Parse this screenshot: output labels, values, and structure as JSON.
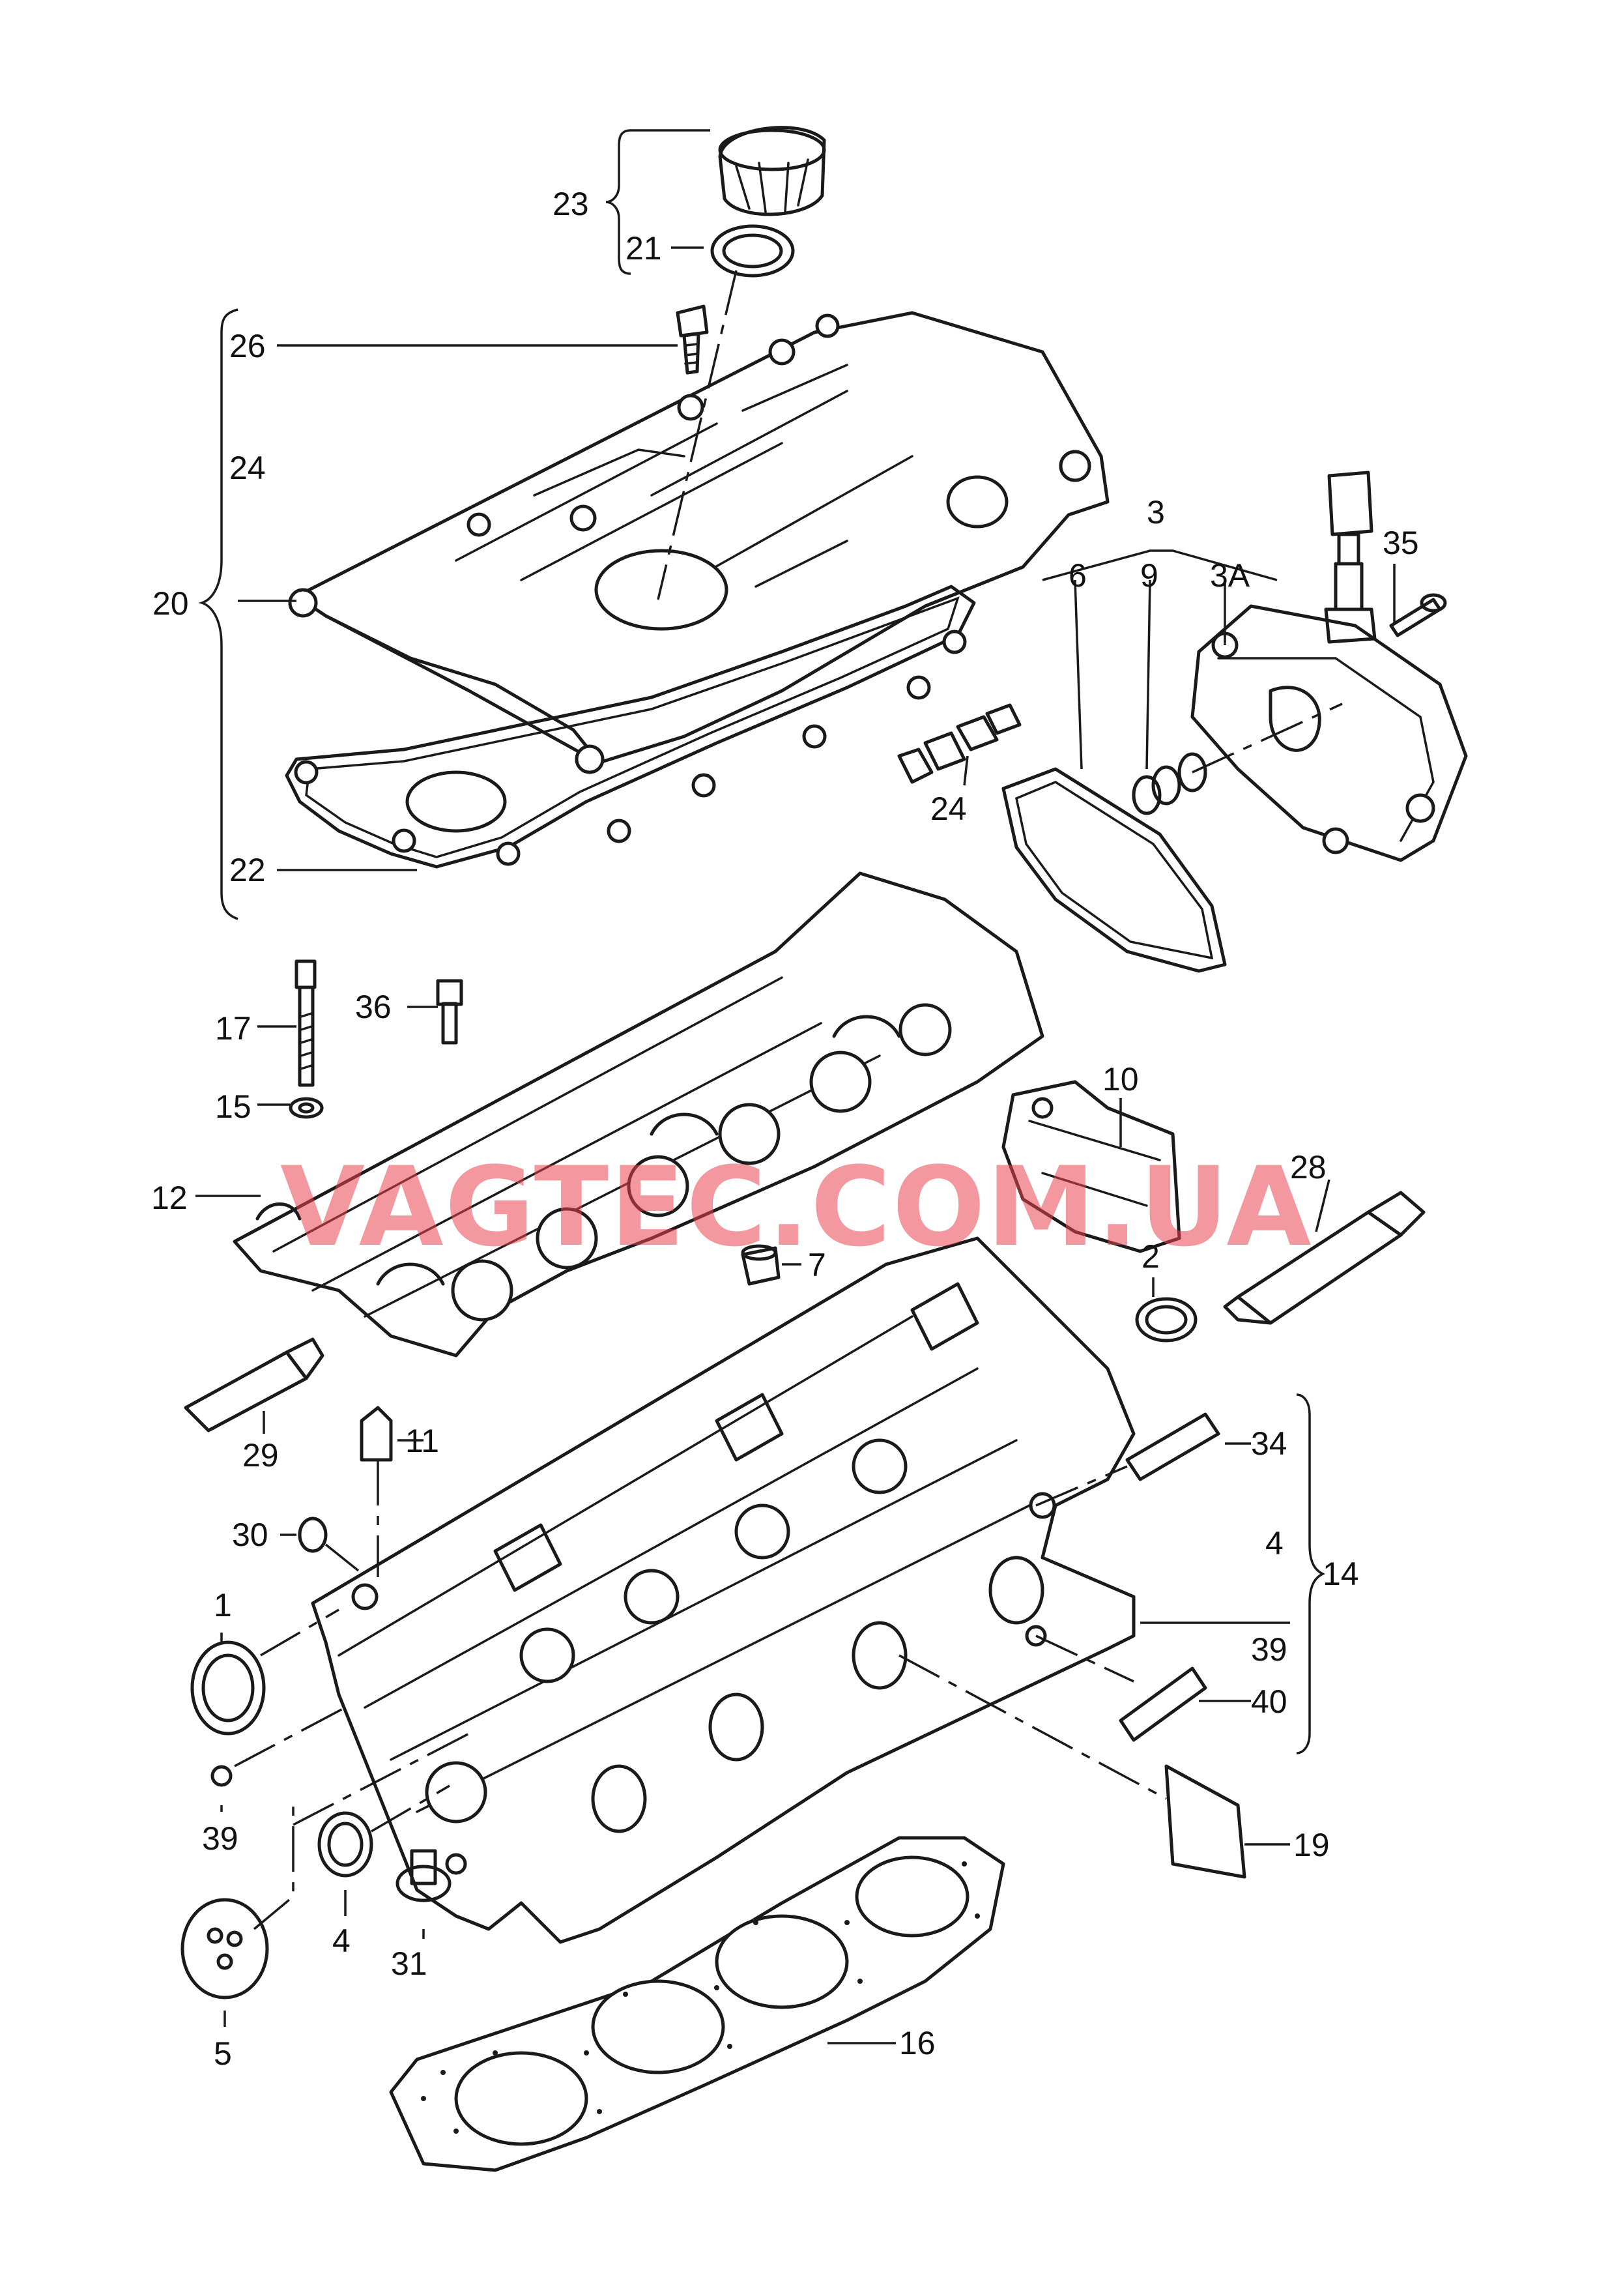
{
  "watermark": "VAGTEC.COM.UA",
  "callouts": {
    "c1": "1",
    "c2": "2",
    "c3": "3",
    "c3a": "3A",
    "c4a": "4",
    "c4b": "4",
    "c5": "5",
    "c6": "6",
    "c7": "7",
    "c9": "9",
    "c10": "10",
    "c11": "11",
    "c12": "12",
    "c14": "14",
    "c15": "15",
    "c16": "16",
    "c17": "17",
    "c19": "19",
    "c20": "20",
    "c21": "21",
    "c22": "22",
    "c23": "23",
    "c24a": "24",
    "c24b": "24",
    "c26": "26",
    "c28": "28",
    "c29": "29",
    "c30": "30",
    "c31": "31",
    "c34": "34",
    "c35": "35",
    "c36": "36",
    "c39a": "39",
    "c39b": "39",
    "c40": "40"
  }
}
